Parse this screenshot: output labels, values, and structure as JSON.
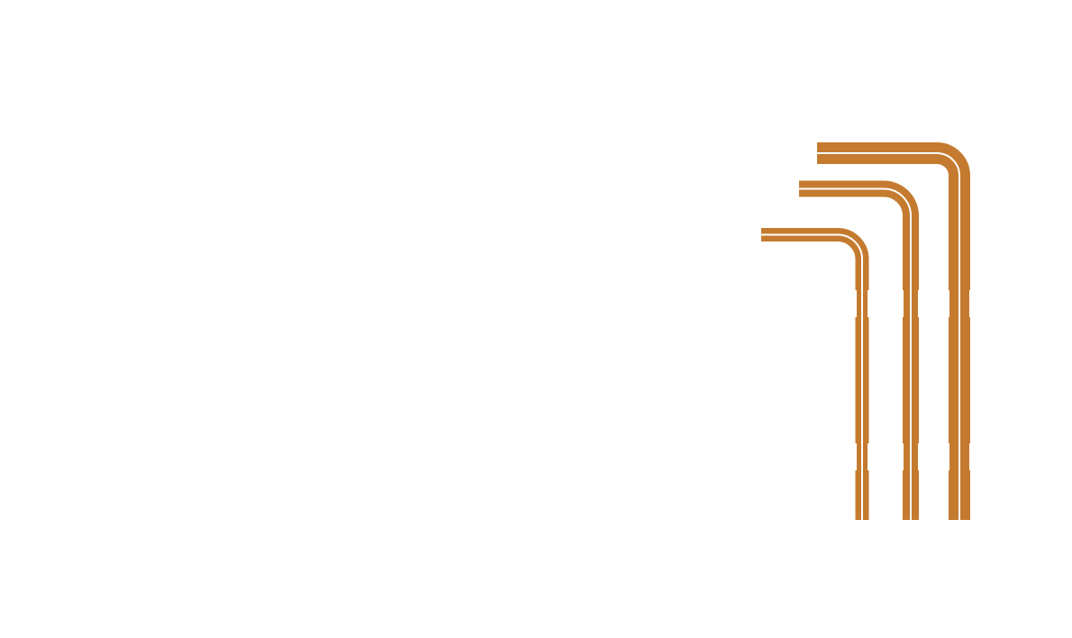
{
  "graphic": {
    "subject": "three-l-shaped-hex-keys",
    "count": 3,
    "colors": {
      "background": "#ffffff",
      "key_fill": "#c47b2f",
      "highlight": "#ffffff"
    },
    "keys": [
      {
        "id": "small",
        "size_rank": 3
      },
      {
        "id": "medium",
        "size_rank": 2
      },
      {
        "id": "large",
        "size_rank": 1
      }
    ]
  }
}
